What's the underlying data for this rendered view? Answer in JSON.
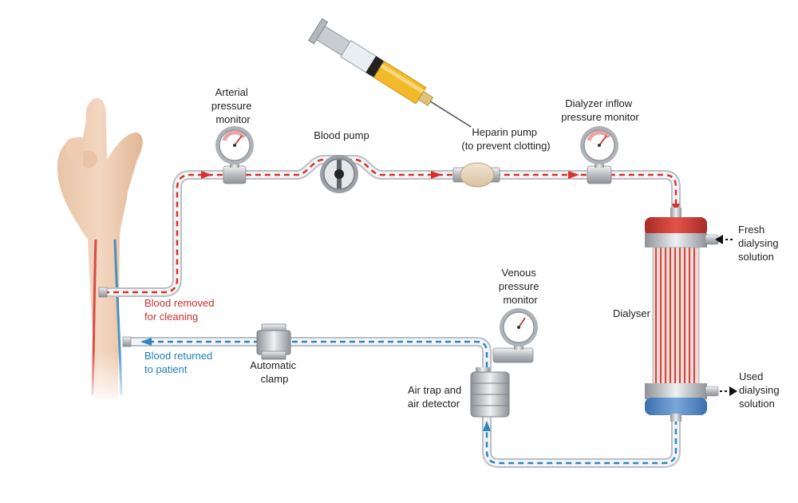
{
  "labels": {
    "arterial_monitor": [
      "Arterial",
      "pressure",
      "monitor"
    ],
    "blood_pump": "Blood pump",
    "heparin_pump": [
      "Heparin pump",
      "(to prevent clotting)"
    ],
    "dialyzer_inflow_monitor": [
      "Dialyzer inflow",
      "pressure monitor"
    ],
    "fresh_solution": [
      "Fresh",
      "dialysing",
      "solution"
    ],
    "dialyser": "Dialyser",
    "used_solution": [
      "Used",
      "dialysing",
      "solution"
    ],
    "venous_monitor": [
      "Venous",
      "pressure",
      "monitor"
    ],
    "air_trap": [
      "Air trap and",
      "air detector"
    ],
    "automatic_clamp": [
      "Automatic",
      "clamp"
    ],
    "blood_removed": [
      "Blood removed",
      "for cleaning"
    ],
    "blood_returned": [
      "Blood returned",
      "to patient"
    ]
  },
  "colors": {
    "arterial_flow": "#d6322e",
    "venous_flow": "#2d86c1",
    "tube": "#b9bfc5",
    "dialyser_top": "#d23a33",
    "dialyser_bottom": "#4f87c6",
    "dialyser_fibers": "#c8483f",
    "heparin_fluid": "#f2b92a",
    "gauge_face": "#ffffff"
  }
}
